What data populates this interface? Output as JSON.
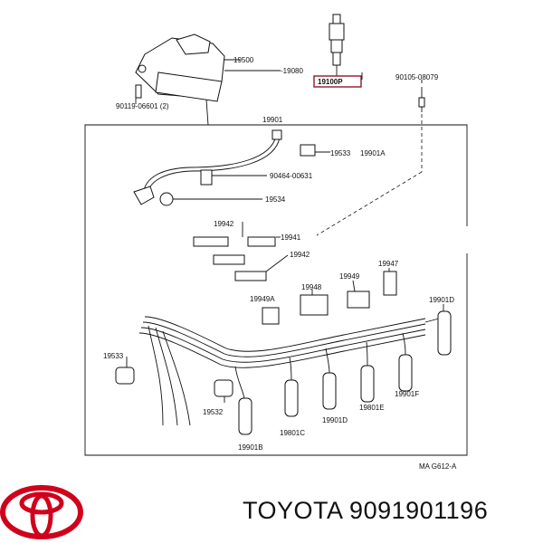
{
  "diagram": {
    "labels": {
      "p19500": "19500",
      "p19080": "-19080",
      "p19100P": "19100P",
      "p90119": "90119-06601 (2)",
      "p90105": "90105-08079",
      "p19901": "19901",
      "p19533": "19533",
      "p19901A": "19901A",
      "p90464": "90464-00631",
      "p19534": "19534",
      "p19942a": "19942",
      "p19941": "19941",
      "p19942b": "19942",
      "p19949": "19949",
      "p19947": "19947",
      "p19948": "19948",
      "p19949A": "19949A",
      "p19901D": "19901D",
      "p19533b": "19533",
      "p19532": "19532",
      "p19901F": "19901F",
      "p19801E": "19801E",
      "p19901D2": "19901D",
      "p19801C": "19801C",
      "p19901B": "19901B",
      "code": "MA G612-A"
    }
  },
  "footer": {
    "brand": "TOYOTA",
    "part_number": "9091901196",
    "logo_icon": "toyota-logo-icon",
    "logo_color": "#d0021b"
  }
}
